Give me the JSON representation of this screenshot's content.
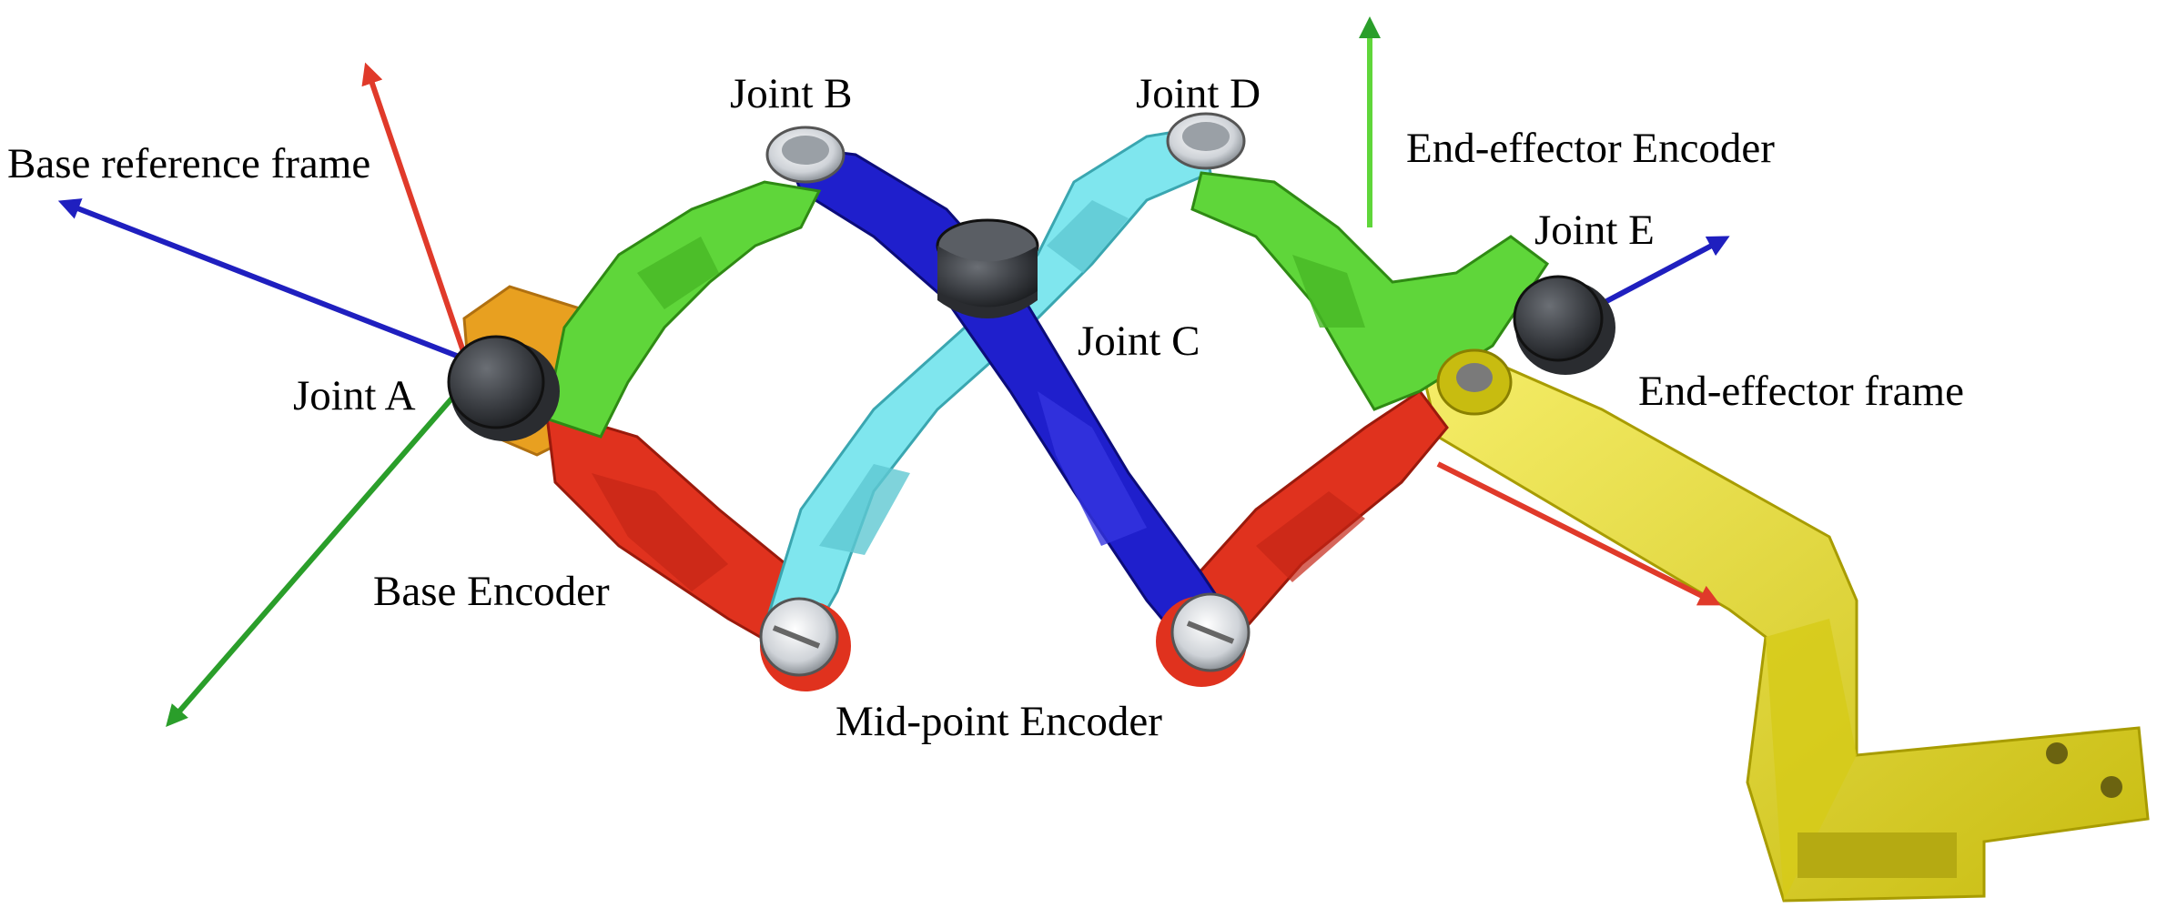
{
  "labels": {
    "base_frame": "Base reference frame",
    "joint_a": "Joint A",
    "joint_b": "Joint B",
    "joint_c": "Joint C",
    "joint_d": "Joint D",
    "joint_e": "Joint E",
    "ee_encoder": "End-effector Encoder",
    "ee_frame": "End-effector frame",
    "base_encoder": "Base Encoder",
    "mid_encoder": "Mid-point Encoder"
  },
  "colors": {
    "axis_x": "#e03a2a",
    "axis_y": "#2a9e2a",
    "axis_z": "#1f1fbf",
    "link_green": "#5fd63a",
    "link_red": "#e0321e",
    "link_blue": "#1f1fcc",
    "link_cyan": "#7fe6ee",
    "end_effector": "#e8dc2a",
    "base_block": "#e8a020",
    "encoder": "#3a3d42"
  },
  "icons": {
    "joint_knob": "encoder-knob-icon",
    "pivot_screw": "pivot-screw-icon"
  }
}
